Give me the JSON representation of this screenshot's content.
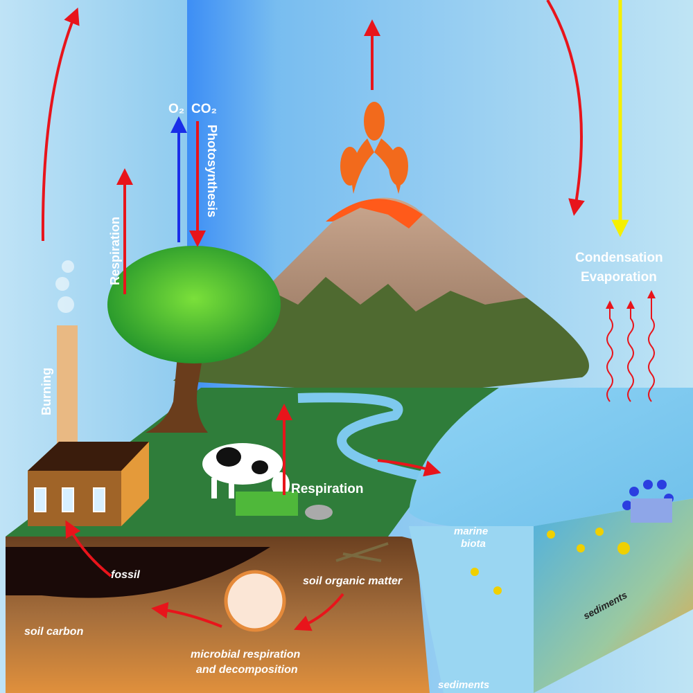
{
  "title": "Carbon cycle",
  "labels": {
    "o2": "O₂",
    "co2": "CO₂",
    "photosynthesis": "Photosynthesis",
    "respiration_tree": "Respiration",
    "burning": "Burning",
    "condensation": "Condensation",
    "evaporation": "Evaporation",
    "respiration_animals": "Respiration",
    "marine_biota_1": "marine",
    "marine_biota_2": "biota",
    "fossil": "fossil",
    "soil_organic_matter": "soil organic matter",
    "soil_carbon": "soil carbon",
    "microbial_1": "microbial respiration",
    "microbial_2": "and decomposition",
    "sediments_bottom": "sediments",
    "sediments_side": "sediments"
  },
  "colors": {
    "arrow_red": "#e8141b",
    "arrow_blue": "#1a2ee8",
    "arrow_yellow": "#f5f000",
    "grass": "#2f7d3a",
    "soil": "#8a5a2e",
    "sky": "#8fcff0"
  }
}
